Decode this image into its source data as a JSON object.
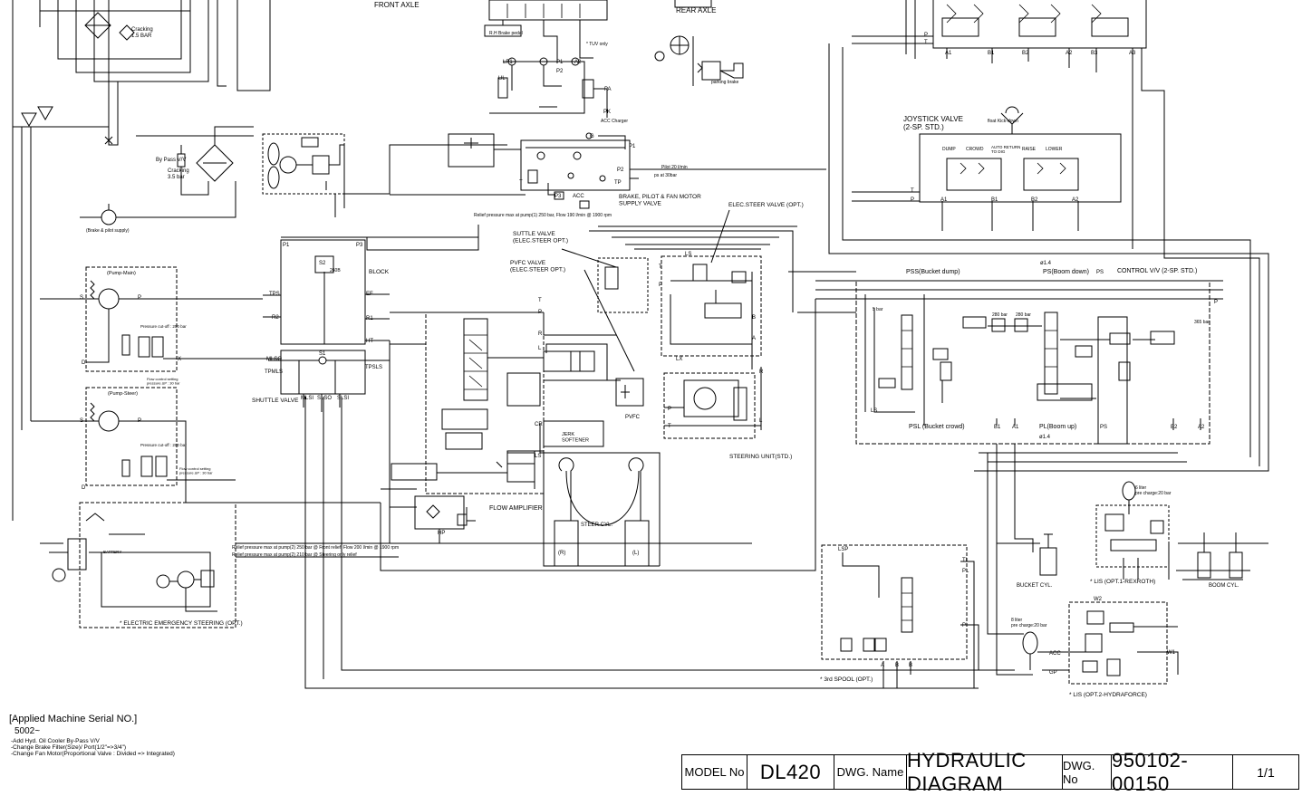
{
  "labels": {
    "front_axle": "FRONT AXLE",
    "rear_axle": "REAR AXLE",
    "cracking_15": "Cracking\n1.5 BAR",
    "rh_brake_pedal": "R.H Brake pedal",
    "tuv_only": "* TUV only",
    "parking_brake": "parking brake",
    "acc_charger": "ACC Charger",
    "bypass_vv": "By Pass V/V",
    "cracking_35": "Cracking\n3.5 bar",
    "brake_pilot_supply": "(Brake & pilot supply)",
    "pilot_20": "Pilot 20 l/min",
    "pilot_30bar": "ps at 30bar",
    "bpf_supply_valve": "BRAKE, PILOT & FAN MOTOR\nSUPPLY VALVE",
    "relief_pump1": "Relief pressure max at pump(1) 250 bar, Flow 190 l/min @ 1900 rpm",
    "joystick_valve": "JOYSTICK VALVE\n(2-SP. STD.)",
    "float_kickdown": "float Kick-down",
    "dump": "DUMP",
    "crowd": "CROWD",
    "auto_return": "AUTO RETURN\nTO DIG",
    "raise": "RAISE",
    "lower": "LOWER",
    "elec_steer_valve": "ELEC.STEER VALVE (OPT.)",
    "suttle_valve": "SUTTLE VALVE\n(ELEC.STEER OPT.)",
    "pvfc_valve": "PVFC VALVE\n(ELEC.STEER OPT.)",
    "block": "BLOCK",
    "shuttle_valve": "SHUTTLE VALVE",
    "pump_main": "(Pump-Main)",
    "pump_steer": "(Pump-Steer)",
    "pressure_cutoff_250": "Pressure cut-off : 250 bar",
    "pressure_cutoff_200": "Pressure cut-off : 200 bar",
    "flow_control_setting": "Flow control setting\npressure ΔP : 30 bar",
    "jerk_softener": "JERK\nSOFTENER",
    "flow_amplifier": "FLOW AMPLIFIER",
    "steer_cyl": "STEER CYL.",
    "steering_unit": "STEERING UNIT(STD.)",
    "pss_bucket_dump": "PSS(Bucket dump)",
    "ps_boom_down": "PS(Boom down)",
    "control_vv": "CONTROL V/V (2-SP. STD.)",
    "psl_bucket_crowd": "PSL (Bucket crowd)",
    "pl_boom_up": "PL(Boom up)",
    "phi14": "ø1.4",
    "bucket_cyl": "BUCKET CYL.",
    "boom_cyl": "BOOM CYL.",
    "lis_rexroth": "* LIS (OPT.1-REXROTH)",
    "lis_hydraforce": "* LIS (OPT.2-HYDRAFORCE)",
    "third_spool": "* 3rd SPOOL (OPT.)",
    "elec_emergency": "* ELECTRIC EMERGENCY STEERING (OPT.)",
    "relief_pump2_line1": "Relief pressure max at pump(2) 250 bar @ Front relief, Flow 200 l/min @ 1900 rpm",
    "relief_pump2_line2": "Relief pressure max at pump(2) 210 bar @ Steering only relief",
    "six_liter": "6 liter\npre charge:20 bar",
    "eight_liter": "8 liter\npre charge:20 bar",
    "battery": "BATTERY",
    "p365": "365 bar",
    "p280a": "280 bar",
    "p280b": "280 bar",
    "five_bar": "5 bar",
    "p260": "260B"
  },
  "notes": {
    "title": "[Applied Machine Serial NO.]",
    "serial": "5002~",
    "lines": [
      "-Add Hyd. Oil Cooler By-Pass V/V",
      "-Change Brake Filter(Size)/ Port(1/2\"=>3/4\")",
      "-Change Fan Motor(Proportional Valve : Divided => Integrated)"
    ]
  },
  "title_block": {
    "model_label": "MODEL No",
    "model_value": "DL420",
    "dwg_name_label": "DWG. Name",
    "dwg_name_value": "HYDRAULIC DIAGRAM",
    "dwg_no_label": "DWG. No",
    "dwg_no_value": "950102-00150",
    "sheet": "1/1"
  }
}
